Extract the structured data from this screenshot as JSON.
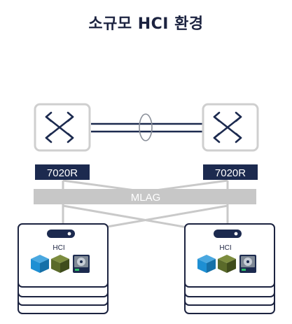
{
  "title": "소규모 HCI 환경",
  "switches": [
    {
      "label": "7020R"
    },
    {
      "label": "7020R"
    }
  ],
  "mlag_label": "MLAG",
  "nodes": [
    {
      "label": "HCI"
    },
    {
      "label": "HCI"
    }
  ],
  "colors": {
    "navy": "#1c2a4f",
    "gray": "#c7c7c7",
    "outline": "#1c2340",
    "cube_blue": "#1e8fd3",
    "cube_green": "#5a6a2a"
  }
}
